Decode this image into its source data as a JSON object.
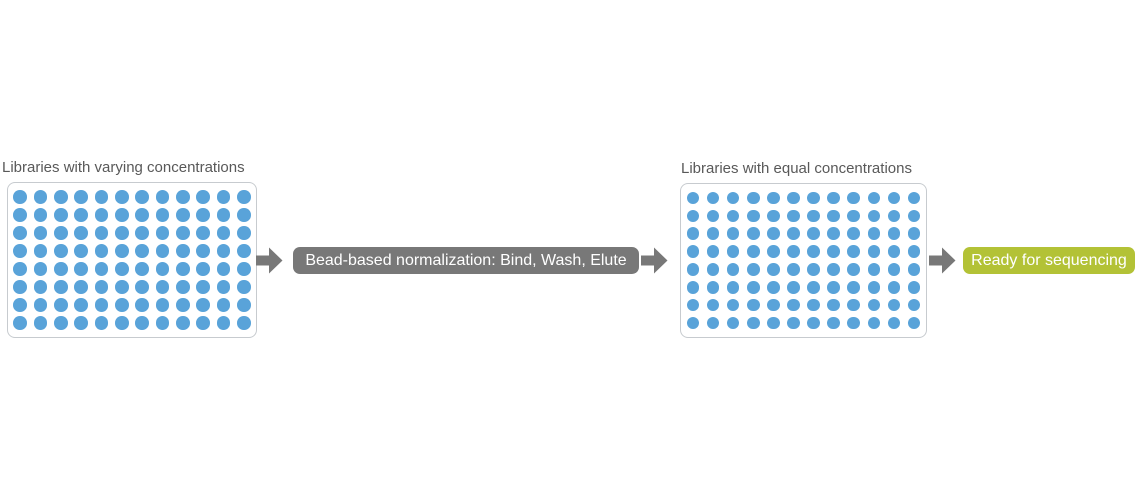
{
  "flow": {
    "input_label": "Libraries with varying concentrations",
    "process_label": "Bead-based normalization: Bind, Wash, Elute",
    "output_label": "Libraries with equal concentrations",
    "result_label": "Ready for sequencing"
  },
  "plate": {
    "columns": 12,
    "rows": 8,
    "wells": 96
  },
  "colors": {
    "well_blue": "#59A3D9",
    "arrow_gray": "#787878",
    "process_box_gray": "#787878",
    "result_box_green": "#B3C236",
    "label_text": "#595959",
    "plate_border": "#C7CBCF"
  }
}
